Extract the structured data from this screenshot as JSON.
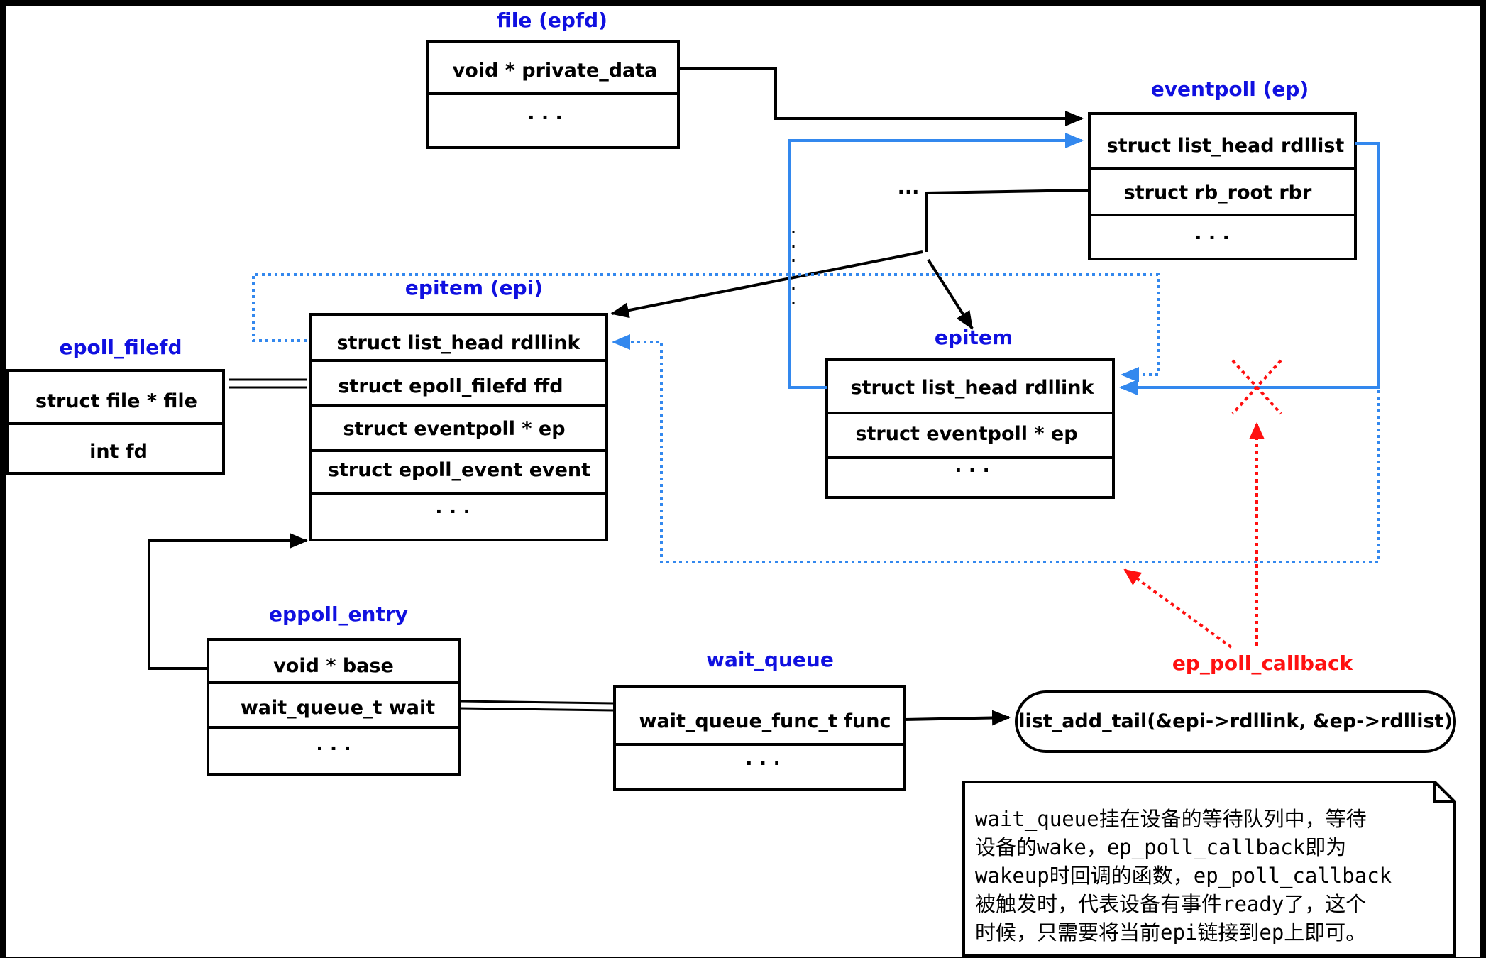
{
  "structs": {
    "file": {
      "title": "file (epfd)",
      "f1": "void * private_data",
      "f2": "· · ·"
    },
    "eventpoll": {
      "title": "eventpoll (ep)",
      "f1": "struct list_head rdllist",
      "f2": "struct rb_root rbr",
      "f3": "· · ·"
    },
    "epitem_main": {
      "title": "epitem (epi)",
      "f1": "struct list_head rdllink",
      "f2": "struct epoll_filefd ffd",
      "f3": "struct eventpoll * ep",
      "f4": "struct epoll_event event",
      "f5": "· · ·"
    },
    "epitem2": {
      "title": "epitem",
      "f1": "struct list_head rdllink",
      "f2": "struct eventpoll * ep",
      "f3": "· · ·"
    },
    "epoll_filefd": {
      "title": "epoll_filefd",
      "f1": "struct file * file",
      "f2": "int fd"
    },
    "eppoll_entry": {
      "title": "eppoll_entry",
      "f1": "void * base",
      "f2": "wait_queue_t wait",
      "f3": "· · ·"
    },
    "wait_queue": {
      "title": "wait_queue",
      "f1": "wait_queue_func_t func",
      "f2": "· · ·"
    }
  },
  "rb_ellipsis": "···",
  "callback": {
    "label": "ep_poll_callback",
    "action": "list_add_tail(&epi->rdllink, &ep->rdllist)"
  },
  "note": {
    "line1": "wait_queue挂在设备的等待队列中，等待",
    "line2": "设备的wake，ep_poll_callback即为",
    "line3": "wakeup时回调的函数，ep_poll_callback",
    "line4": "被触发时，代表设备有事件ready了，这个",
    "line5": "时候，只需要将当前epi链接到ep上即可。"
  },
  "colors": {
    "title_blue": "#1010e0",
    "link_blue": "#3388ee",
    "callback_red": "#ff1010",
    "frame": "#000000"
  }
}
